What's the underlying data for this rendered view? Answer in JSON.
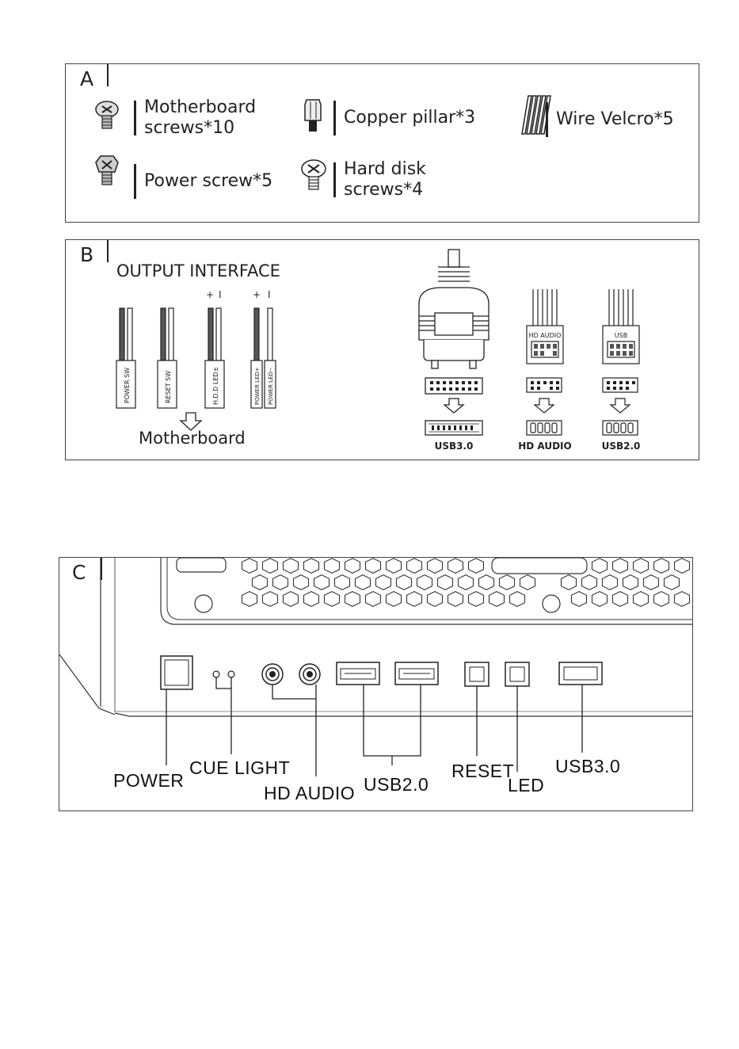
{
  "panel_a": {
    "letter": "A",
    "items": [
      {
        "label": "Motherboard\nscrews*10",
        "icon": "screw-round-head-icon"
      },
      {
        "label": "Copper pillar*3",
        "icon": "copper-pillar-icon"
      },
      {
        "label": "Wire Velcro*5",
        "icon": "velcro-ties-icon"
      },
      {
        "label": "Power screw*5",
        "icon": "screw-hex-head-icon"
      },
      {
        "label": "Hard disk\nscrews*4",
        "icon": "screw-cross-head-icon"
      }
    ]
  },
  "panel_b": {
    "letter": "B",
    "title": "OUTPUT INTERFACE",
    "wires": [
      "POWER SW",
      "RESET SW",
      "H.D.D LED±",
      "POWER LED+",
      "POWER LED−"
    ],
    "polarity": {
      "plus": "+",
      "minus": "I"
    },
    "destination": "Motherboard",
    "plug_labels": {
      "hd_audio": "HD AUDIO",
      "usb": "USB"
    },
    "connectors": [
      "USB3.0",
      "HD AUDIO",
      "USB2.0"
    ]
  },
  "panel_c": {
    "letter": "C",
    "labels": {
      "power": "POWER",
      "cue_light": "CUE LIGHT",
      "hd_audio": "HD AUDIO",
      "usb20": "USB2.0",
      "reset": "RESET",
      "led": "LED",
      "usb30": "USB3.0"
    }
  }
}
